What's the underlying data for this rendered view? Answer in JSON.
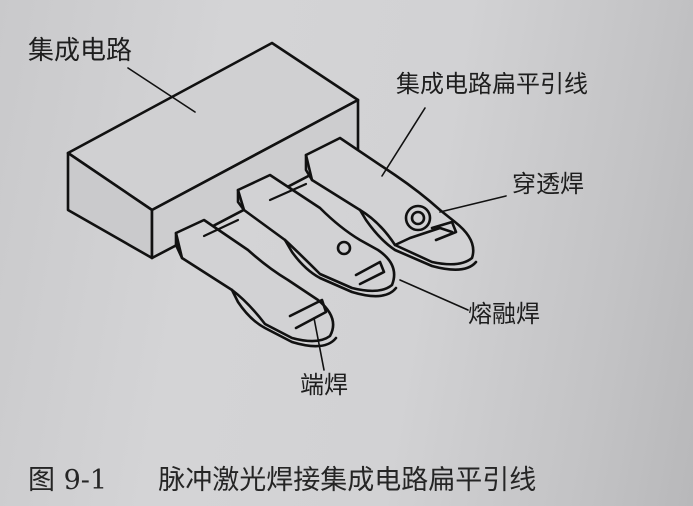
{
  "figure": {
    "labels": {
      "ic": "集成电路",
      "leads": "集成电路扁平引线",
      "penetration": "穿透焊",
      "fusion": "熔融焊",
      "end": "端焊"
    },
    "caption": {
      "number": "图 9-1",
      "title": "脉冲激光焊接集成电路扁平引线"
    }
  }
}
